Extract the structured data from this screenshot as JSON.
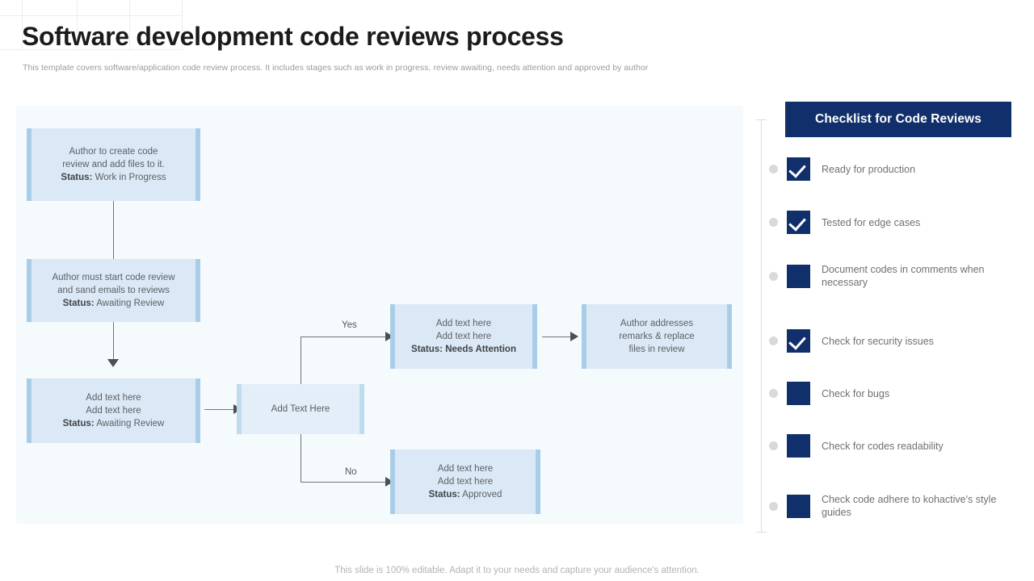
{
  "header": {
    "title": "Software development code reviews process",
    "subtitle": "This template  covers software/application code review process. It includes stages such as work in progress, review awaiting, needs attention and approved by author"
  },
  "flow": {
    "boxes": [
      {
        "id": "author-create",
        "line1": "Author to create  code",
        "line2": "review  and  add files  to it.",
        "status_label": "Status:",
        "status_value": "Work in Progress"
      },
      {
        "id": "author-start",
        "line1": "Author  must start code review",
        "line2": "and  sand emails to reviews",
        "status_label": "Status:",
        "status_value": "Awaiting Review"
      },
      {
        "id": "awaiting-review",
        "line1": "Add text here",
        "line2": "Add text here",
        "status_label": "Status:",
        "status_value": "Awaiting Review"
      },
      {
        "id": "decision",
        "line1": "Add Text Here",
        "line2": "",
        "status_label": "",
        "status_value": ""
      },
      {
        "id": "needs-attention",
        "line1": "Add text here",
        "line2": "Add text here",
        "status_label": "Status:",
        "status_value": "Needs Attention"
      },
      {
        "id": "author-addresses",
        "line1": "Author  addresses",
        "line2": "remarks  & replace",
        "line3": "files in review",
        "status_label": "",
        "status_value": ""
      },
      {
        "id": "approved",
        "line1": "Add text here",
        "line2": "Add text here",
        "status_label": "Status:",
        "status_value": "Approved"
      }
    ],
    "branch_yes": "Yes",
    "branch_no": "No"
  },
  "checklist": {
    "title": "Checklist for Code Reviews",
    "items": [
      {
        "label": "Ready for production",
        "checked": true
      },
      {
        "label": "Tested for edge cases",
        "checked": true
      },
      {
        "label": "Document codes in comments when necessary",
        "checked": false
      },
      {
        "label": "Check for security issues",
        "checked": true
      },
      {
        "label": "Check for bugs",
        "checked": false
      },
      {
        "label": "Check for codes readability",
        "checked": false
      },
      {
        "label": "Check code adhere to kohactive's style guides",
        "checked": false
      }
    ]
  },
  "footer": {
    "note": "This slide is 100% editable. Adapt it to your needs and capture your audience's attention."
  },
  "colors": {
    "brand_navy": "#11306b",
    "box_fill": "#dbe9f6",
    "box_accent": "#a9cde6",
    "panel_bg": "#f5fafd"
  }
}
